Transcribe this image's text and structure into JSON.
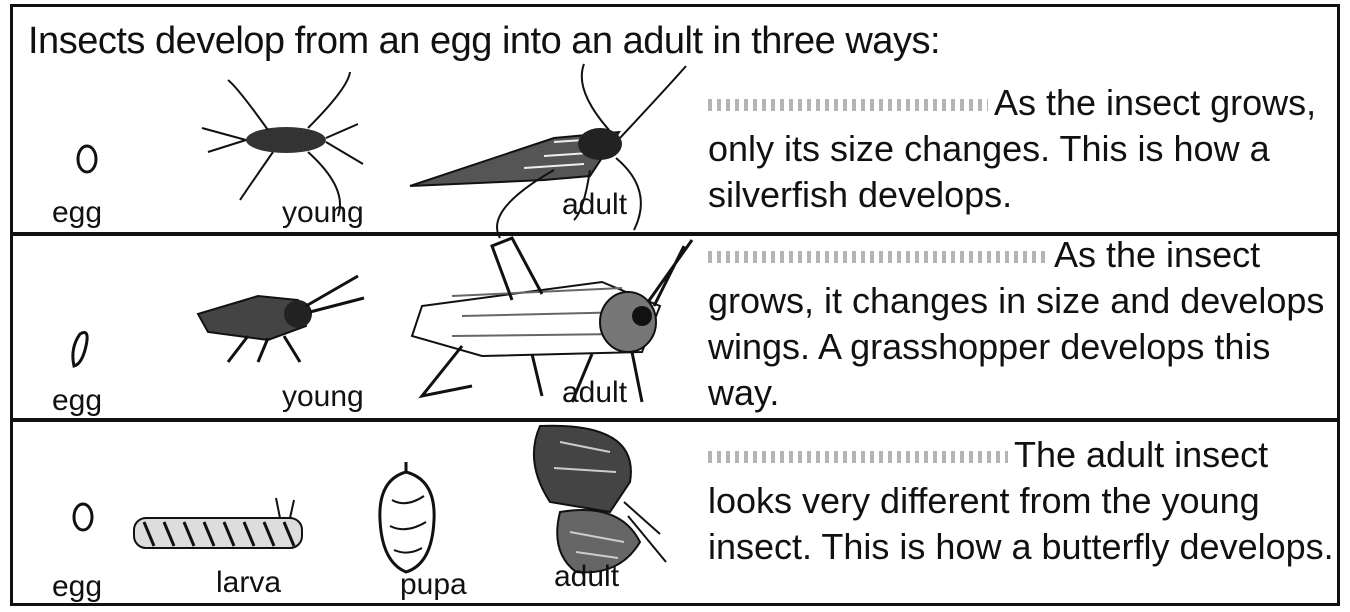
{
  "intro": "Insects develop from an egg into an adult in three ways:",
  "rows": [
    {
      "labels": [
        "egg",
        "young",
        "adult"
      ],
      "description": "As the insect grows, only its size changes. This is how a silverfish develops.",
      "example": "silverfish"
    },
    {
      "labels": [
        "egg",
        "young",
        "adult"
      ],
      "description": "As the insect grows, it changes in size and develops wings. A grasshopper develops this way.",
      "example": "grasshopper"
    },
    {
      "labels": [
        "egg",
        "larva",
        "pupa",
        "adult"
      ],
      "description": "The adult insect looks very different from the young insect. This is how a butterfly develops.",
      "example": "butterfly"
    }
  ]
}
